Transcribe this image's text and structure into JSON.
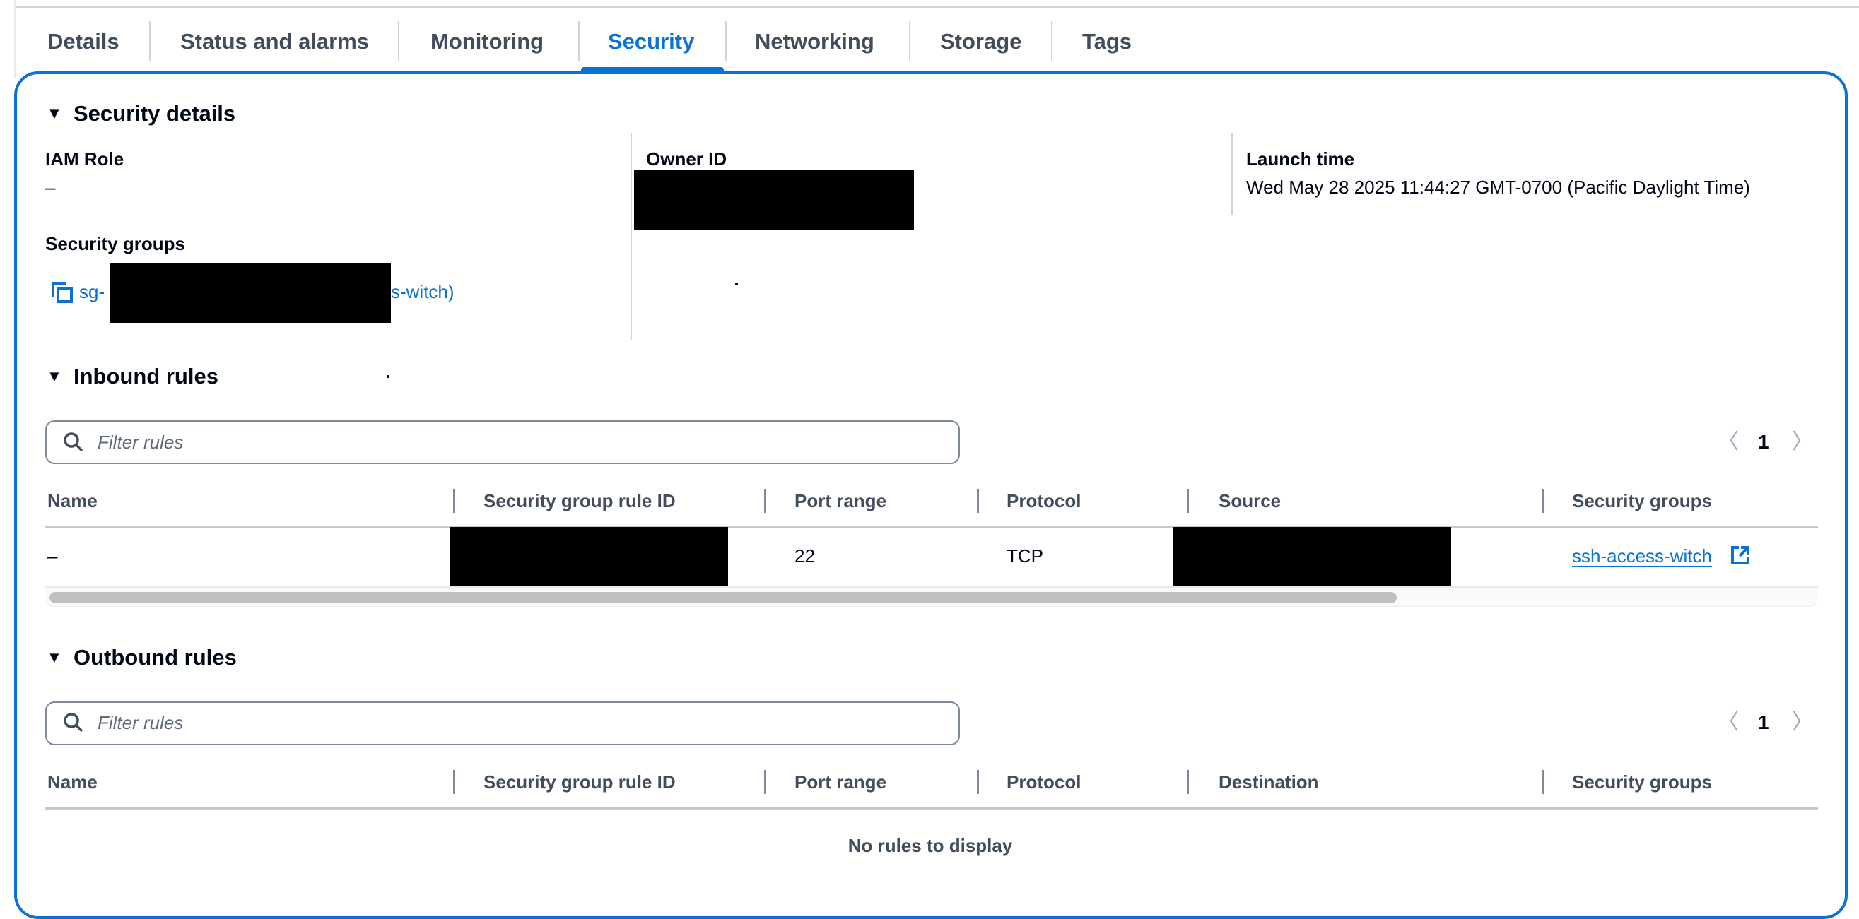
{
  "tabs": [
    {
      "label": "Details"
    },
    {
      "label": "Status and alarms"
    },
    {
      "label": "Monitoring"
    },
    {
      "label": "Security",
      "active": true
    },
    {
      "label": "Networking"
    },
    {
      "label": "Storage"
    },
    {
      "label": "Tags"
    }
  ],
  "security_details": {
    "title": "Security details",
    "iam_role_label": "IAM Role",
    "iam_role_value": "–",
    "owner_id_label": "Owner ID",
    "launch_time_label": "Launch time",
    "launch_time_value": "Wed May 28 2025 11:44:27 GMT-0700 (Pacific Daylight Time)",
    "security_groups_label": "Security groups",
    "sg_prefix": "sg-",
    "sg_suffix": "s-witch)"
  },
  "inbound": {
    "title": "Inbound rules",
    "filter_placeholder": "Filter rules",
    "page": "1",
    "columns": [
      "Name",
      "Security group rule ID",
      "Port range",
      "Protocol",
      "Source",
      "Security groups"
    ],
    "rows": [
      {
        "name": "–",
        "port_range": "22",
        "protocol": "TCP",
        "security_group": "ssh-access-witch"
      }
    ]
  },
  "outbound": {
    "title": "Outbound rules",
    "filter_placeholder": "Filter rules",
    "page": "1",
    "columns": [
      "Name",
      "Security group rule ID",
      "Port range",
      "Protocol",
      "Destination",
      "Security groups"
    ],
    "empty": "No rules to display"
  },
  "colors": {
    "accent": "#0972d3",
    "text": "#000716"
  }
}
